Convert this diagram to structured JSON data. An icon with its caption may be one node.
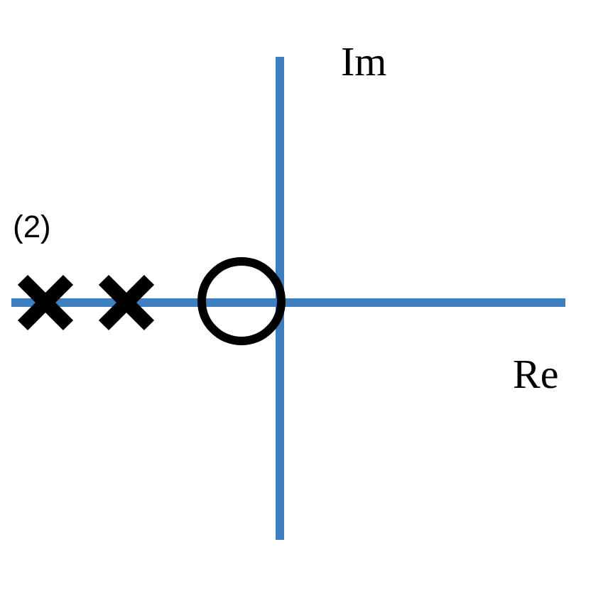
{
  "diagram": {
    "labels": [
      "Im",
      "(2)",
      "Re"
    ]
  }
}
